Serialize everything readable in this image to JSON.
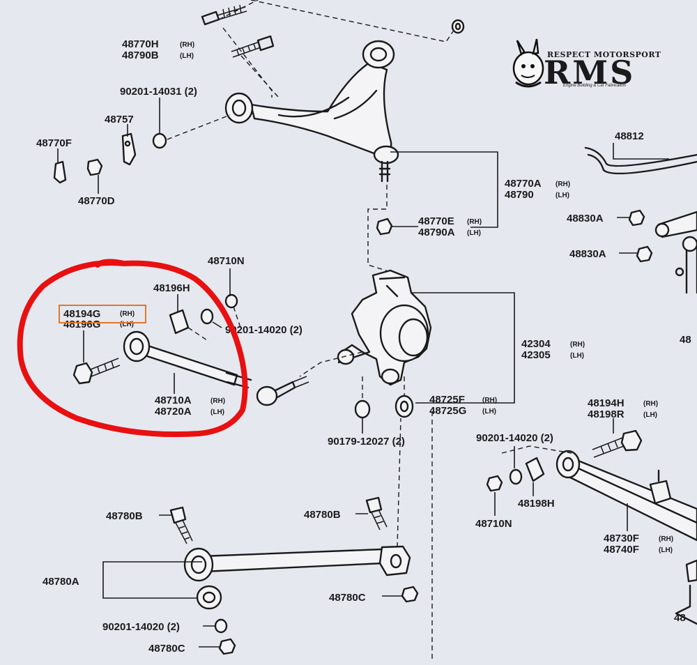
{
  "logo": {
    "tagline": "RESPECT MOTORSPORT",
    "brand": "RMS",
    "subline": "Engine Building & Car Fabrication"
  },
  "labels": {
    "l48770h": "48770H",
    "l48790b": "48790B",
    "l90201_14031": "90201-14031 (2)",
    "l48757": "48757",
    "l48770f": "48770F",
    "l48770d": "48770D",
    "l48770a": "48770A",
    "l48790": "48790",
    "l48770e": "48770E",
    "l48790a": "48790A",
    "l48812": "48812",
    "l48830a_1": "48830A",
    "l48830a_2": "48830A",
    "l48710n_top": "48710N",
    "l48196h": "48196H",
    "l48194g": "48194G",
    "l48196g": "48196G",
    "l90201_14020_mid": "90201-14020 (2)",
    "l48710a": "48710A",
    "l48720a": "48720A",
    "l42304": "42304",
    "l42305": "42305",
    "l48_cut": "48",
    "l48725f": "48725F",
    "l48725g": "48725G",
    "l90179_12027": "90179-12027 (2)",
    "l90201_14020_right": "90201-14020 (2)",
    "l48194h": "48194H",
    "l48198r": "48198R",
    "l48198h": "48198H",
    "l48710n_right": "48710N",
    "l48730f": "48730F",
    "l48740f": "48740F",
    "l48780b_left": "48780B",
    "l48780b_mid": "48780B",
    "l48780a": "48780A",
    "l48780c_mid": "48780C",
    "l90201_14020_bottom": "90201-14020 (2)",
    "l48780c_bottom": "48780C",
    "l48_bottom_cut": "48"
  },
  "sides": {
    "rh": "(RH)",
    "lh": "(LH)"
  },
  "highlight": {
    "circle_color": "#e81010",
    "box_color": "#e0782a",
    "boxed_part": "48194G (RH)"
  }
}
